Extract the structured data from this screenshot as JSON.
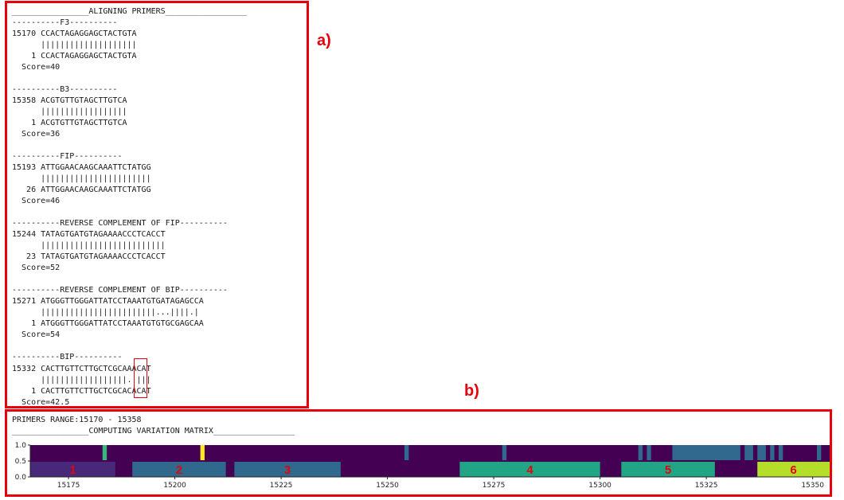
{
  "labels": {
    "panel_a": "a)",
    "panel_b": "b)"
  },
  "alignment_lines": [
    "________________ALIGNING PRIMERS_________________",
    "----------F3----------",
    "15170 CCACTAGAGGAGCTACTGTA",
    "      ||||||||||||||||||||",
    "    1 CCACTAGAGGAGCTACTGTA",
    "  Score=40",
    "",
    "----------B3----------",
    "15358 ACGTGTTGTAGCTTGTCA",
    "      ||||||||||||||||||",
    "    1 ACGTGTTGTAGCTTGTCA",
    "  Score=36",
    "",
    "----------FIP----------",
    "15193 ATTGGAACAAGCAAATTCTATGG",
    "      |||||||||||||||||||||||",
    "   26 ATTGGAACAAGCAAATTCTATGG",
    "  Score=46",
    "",
    "----------REVERSE COMPLEMENT OF FIP----------",
    "15244 TATAGTGATGTAGAAAACCCTCACCT",
    "      ||||||||||||||||||||||||||",
    "   23 TATAGTGATGTAGAAAACCCTCACCT",
    "  Score=52",
    "",
    "----------REVERSE COMPLEMENT OF BIP----------",
    "15271 ATGGGTTGGGATTATCCTAAATGTGATAGAGCCA",
    "      ||||||||||||||||||||||||...||||.|",
    "    1 ATGGGTTGGGATTATCCTAAATGTGTGCGAGCAA",
    "  Score=54",
    "",
    "----------BIP----------",
    "15332 CACTTGTTCTTGCTCGCAAACAT",
    "      ||||||||||||||||||.||||",
    "    1 CACTTGTTCTTGCTCGCACACAT",
    "  Score=42.5"
  ],
  "range_lines": [
    "PRIMERS RANGE:15170 - 15358",
    "________________COMPUTING VARIATION MATRIX_________________"
  ],
  "chart_data": {
    "type": "heatmap",
    "xlim": [
      15166,
      15354
    ],
    "x_ticks": [
      "15175",
      "15200",
      "15225",
      "15250",
      "15275",
      "15300",
      "15325",
      "15350"
    ],
    "x_tick_values": [
      15175,
      15200,
      15225,
      15250,
      15275,
      15300,
      15325,
      15350
    ],
    "y_ticks": [
      "0.0",
      "0.5",
      "1.0"
    ],
    "y_tick_values": [
      0.0,
      0.5,
      1.0
    ],
    "ylim": [
      0,
      1
    ],
    "background_color": "#440154",
    "upper_marks": [
      {
        "x": [
          15183,
          15184
        ],
        "color": "#35b779"
      },
      {
        "x": [
          15206,
          15207
        ],
        "color": "#fde725"
      },
      {
        "x": [
          15254,
          15255
        ],
        "color": "#31688e"
      },
      {
        "x": [
          15277,
          15278
        ],
        "color": "#31688e"
      },
      {
        "x": [
          15309,
          15310
        ],
        "color": "#31688e"
      },
      {
        "x": [
          15311,
          15312
        ],
        "color": "#31688e"
      },
      {
        "x": [
          15317,
          15333
        ],
        "color": "#31688e"
      },
      {
        "x": [
          15334,
          15336
        ],
        "color": "#31688e"
      },
      {
        "x": [
          15337,
          15339
        ],
        "color": "#31688e"
      },
      {
        "x": [
          15340,
          15341
        ],
        "color": "#31688e"
      },
      {
        "x": [
          15342,
          15343
        ],
        "color": "#31688e"
      },
      {
        "x": [
          15351,
          15352
        ],
        "color": "#31688e"
      }
    ],
    "regions": [
      {
        "label": "1",
        "x": [
          15166,
          15186
        ],
        "color": "#482878"
      },
      {
        "label": "2",
        "x": [
          15190,
          15212
        ],
        "color": "#31688e"
      },
      {
        "label": "3",
        "x": [
          15214,
          15239
        ],
        "color": "#31688e"
      },
      {
        "label": "4",
        "x": [
          15267,
          15300
        ],
        "color": "#21a585"
      },
      {
        "label": "5",
        "x": [
          15305,
          15327
        ],
        "color": "#21a585"
      },
      {
        "label": "6",
        "x": [
          15337,
          15354
        ],
        "color": "#b5de2b"
      }
    ]
  }
}
